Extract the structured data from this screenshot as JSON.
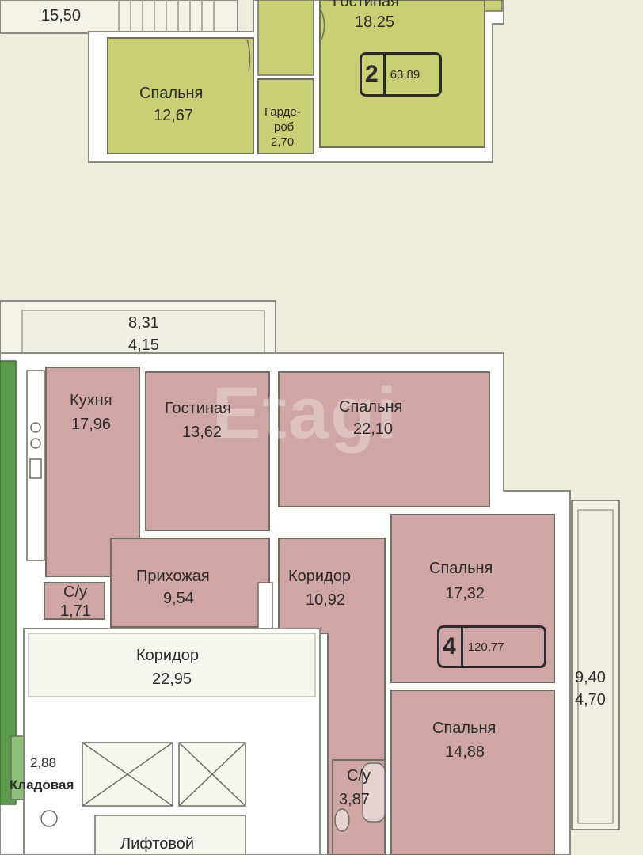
{
  "watermark": "Etagi",
  "top_apartment": {
    "badge": {
      "rooms": "2",
      "area": "63,89"
    },
    "labels": {
      "area_1550": "15,50",
      "living_name": "Гостиная",
      "living_area": "18,25",
      "bedroom_name": "Спальня",
      "bedroom_area": "12,67",
      "wardrobe_line1": "Гарде-",
      "wardrobe_line2": "роб",
      "wardrobe_area": "2,70"
    }
  },
  "main_apartment": {
    "badge": {
      "rooms": "4",
      "area": "120,77"
    },
    "rooms": {
      "kitchen": {
        "name": "Кухня",
        "area": "17,96"
      },
      "living": {
        "name": "Гостиная",
        "area": "13,62"
      },
      "bedroom_1": {
        "name": "Спальня",
        "area": "22,10"
      },
      "hall": {
        "name": "Прихожая",
        "area": "9,54"
      },
      "corridor": {
        "name": "Коридор",
        "area": "10,92"
      },
      "bedroom_2": {
        "name": "Спальня",
        "area": "17,32"
      },
      "bedroom_3": {
        "name": "Спальня",
        "area": "14,88"
      },
      "bath_1": {
        "name": "С/у",
        "area": "1,71"
      },
      "bath_2": {
        "name": "С/у",
        "area": "3,87"
      }
    },
    "balcony_top": {
      "area1": "8,31",
      "area2": "4,15"
    },
    "balcony_right": {
      "area1": "9,40",
      "area2": "4,70"
    }
  },
  "common": {
    "corridor": {
      "name": "Коридор",
      "area": "22,95"
    },
    "storage": {
      "area": "2,88",
      "name": "Кладовая"
    },
    "lift": "Лифтовой"
  },
  "colors": {
    "background": "#eeecdb",
    "top_apartment_fill": "#c9cf74",
    "main_apartment_fill": "#cfa5a6",
    "left_apartment_fill": "#5c9c4c",
    "wall": "#ffffff",
    "wall_edge": "#8a8a80",
    "text": "#2b2b2b"
  }
}
